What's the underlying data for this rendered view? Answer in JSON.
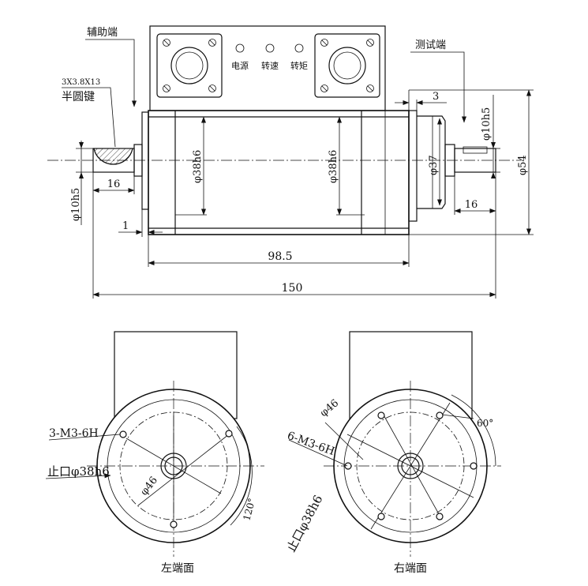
{
  "top_view": {
    "aux_end_label": "辅助端",
    "test_end_label": "测试端",
    "key_spec": "3X3.8X13",
    "key_label": "半圆键",
    "indicators": [
      "电源",
      "转速",
      "转矩"
    ],
    "dims": {
      "len_150": "150",
      "len_98_5": "98.5",
      "shaft_left_16": "16",
      "shaft_right_16": "16",
      "step_1": "1",
      "step_3": "3",
      "dia_left_shaft": "φ10h5",
      "dia_right_shaft": "φ10h5",
      "dia_38h6_left": "φ38h6",
      "dia_38h6_right": "φ38h6",
      "dia_37": "φ37",
      "dia_54": "φ54"
    }
  },
  "left_face": {
    "caption": "左端面",
    "holes_label": "3-M3-6H",
    "spigot_label": "止口φ38h6",
    "pcd_label": "φ46",
    "angle_label": "120°"
  },
  "right_face": {
    "caption": "右端面",
    "holes_label": "6-M3-6H",
    "spigot_label": "止口φ38h6",
    "pcd_label": "φ46",
    "angle_label": "60°"
  }
}
